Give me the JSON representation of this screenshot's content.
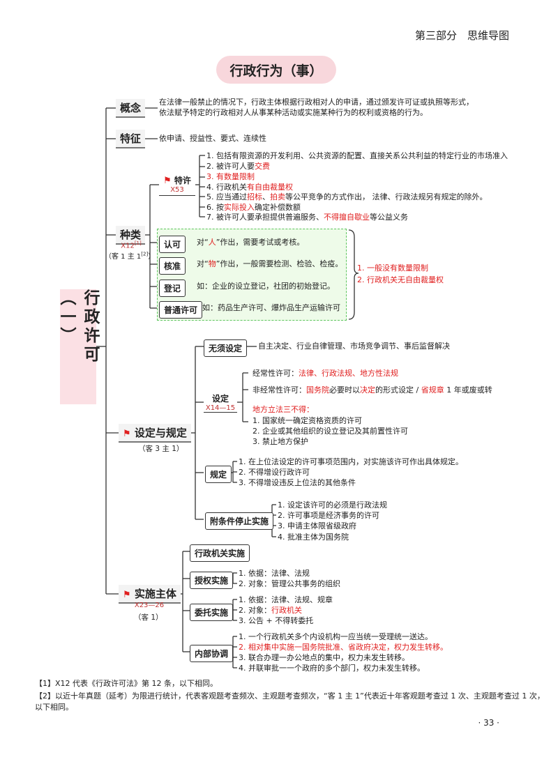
{
  "header": "第三部分　思维导图",
  "title": "行政行为（事）",
  "root": "行政许可（一）",
  "concept": {
    "label": "概念",
    "line1": "在法律一般禁止的情况下，行政主体根据行政相对人的申请，通过颁发许可证或执照等形式，",
    "line2": "依法赋予特定的行政相对人从事某种活动或实施某种行为的权利或资格的行为。"
  },
  "feature": {
    "label": "特征",
    "text": "依申请、授益性、要式、连续性"
  },
  "types": {
    "label": "种类",
    "ref": "X12",
    "ref_sup": "[1]",
    "exam": "（客 1 主 1",
    "exam_sup": "[2]",
    "exam_end": "）",
    "special": {
      "label": "特许",
      "ref": "X53",
      "items": [
        [
          "1. 包括有限资源的开发利用、公共资源的配置、直接关系公共利益的特定行业的市场准入"
        ],
        [
          "2. 被许可人要",
          "交费"
        ],
        [
          "",
          "3. 有数量限制"
        ],
        [
          "4. 行政机关",
          "有自由裁量权"
        ],
        [
          "5. 应当通过",
          "招标",
          "、",
          "拍卖",
          "等公平竞争的方式作出，  法律、行政法规另有规定的除外。"
        ],
        [
          "6. 按",
          "实际投入",
          "确定补偿数额"
        ],
        [
          "7. 被许可人要承担提供普遍服务、",
          "不得擅自歇业",
          "等公益义务"
        ]
      ]
    },
    "recognize": {
      "label": "认可",
      "pre": "对“",
      "red": "人",
      "post": "”作出，需要考试或考核。"
    },
    "approve": {
      "label": "核准",
      "pre": "对“",
      "red": "物",
      "post": "”作出，一般需要检测、检验、检疫。"
    },
    "register": {
      "label": "登记",
      "text": "如：企业的设立登记，社团的初始登记。"
    },
    "general": {
      "label": "普通许可",
      "text": "如：药品生产许可、爆炸品生产运输许可"
    },
    "notes": [
      "1. 一般没有数量限制",
      "2. 行政机关无自由裁量权"
    ]
  },
  "setup": {
    "label": "设定与规定",
    "exam": "（客 3 主 1）",
    "no_need": {
      "label": "无须设定",
      "text": "自主决定、行业自律管理、市场竞争调节、事后监督解决"
    },
    "define": {
      "label": "设定",
      "ref": "X14—15",
      "regular_pre": "经常性许可：",
      "regular_red": "法律、行政法规、地方性法规",
      "irregular_pre": "非经常性许可：",
      "irregular_red1": "国务院",
      "irregular_mid": "必要时以",
      "irregular_red2": "决定",
      "irregular_mid2": "的形式设定 / ",
      "irregular_red3": "省规章",
      "irregular_end": " 1 年或废或转",
      "local_title": "地方立法三不得：",
      "local_items": [
        "1. 国家统一确定资格资质的许可",
        "2. 企业或其他组织的设立登记及其前置性许可",
        "3. 禁止地方保护"
      ]
    },
    "specify": {
      "label": "规定",
      "items": [
        "1. 在上位法设定的许可事项范围内，对实施该许可作出具体规定。",
        "2. 不得增设行政许可",
        "3. 不得增设违反上位法的其他条件"
      ]
    },
    "sunset": {
      "label": "附条件停止实施",
      "items": [
        "1. 设定该许可的必须是行政法规",
        "2. 许可事项是经济事务的许可",
        "3. 申请主体限省级政府",
        "4. 批准主体为国务院"
      ]
    }
  },
  "subject": {
    "label": "实施主体",
    "ref": "X23—26",
    "exam": "（客 1）",
    "agency": {
      "label": "行政机关实施"
    },
    "authorized": {
      "label": "授权实施",
      "items": [
        "1. 依据：法律、法规",
        "2. 对象：管理公共事务的组织"
      ]
    },
    "entrusted": {
      "label": "委托实施",
      "item1": "1. 依据：法律、法规、规章",
      "item2_pre": "2. 对象：",
      "item2_red": "行政机关",
      "item3": "3. 公告 + 不得转委托"
    },
    "coord": {
      "label": "内部协调",
      "item1": "1. 一个行政机关多个内设机构一应当统一受理统一送达。",
      "item2": "2. 相对集中实施一国务院批准、省政府决定，权力发生转移。",
      "item3": "3. 联合办理一办公地点的集中，权力未发生转移。",
      "item4": "4. 并联审批一一个政府的多个部门，权力未发生转移。"
    }
  },
  "footnotes": [
    "【1】X12 代表《行政许可法》第 12 条，以下相同。",
    "【2】以近十年真题（延考）为限进行统计，代表客观题考查频次、主观题考查频次，“客 1 主 1”代表近十年客观题考查过 1 次、主观题考查过 1 次，",
    "以下相同。"
  ],
  "page_number": "· 33 ·",
  "colors": {
    "accent_red": "#e02020",
    "pill_pink": "#f8d7dc",
    "green_border": "#5cc55c"
  }
}
